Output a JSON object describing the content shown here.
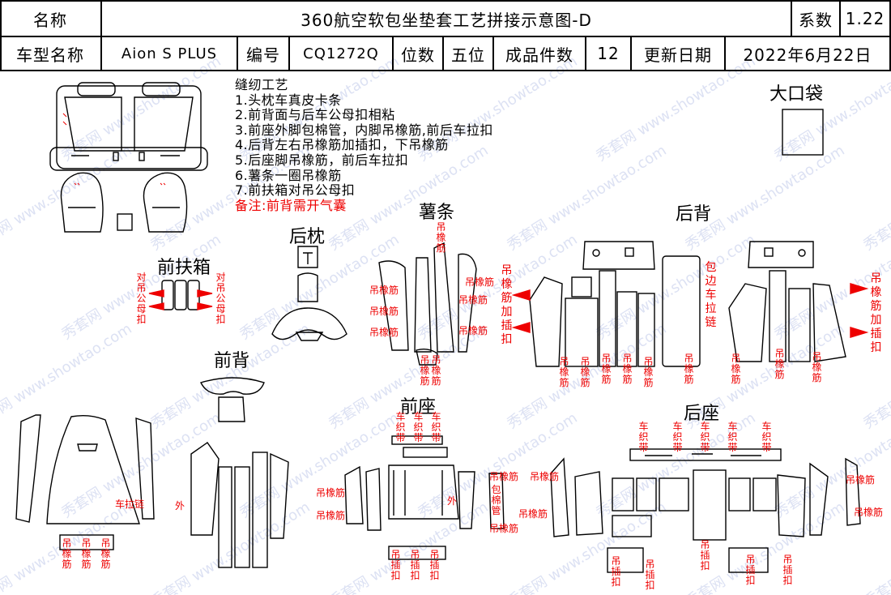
{
  "header": {
    "row1": {
      "name_label": "名称",
      "title": "360航空软包坐垫套工艺拼接示意图-D",
      "coef_label": "系数",
      "coef_value": "1.22"
    },
    "row2": {
      "model_label": "车型名称",
      "model_value": "Aion S PLUS",
      "code_label": "编号",
      "code_value": "CQ1272Q",
      "seat_label": "位数",
      "seat_value": "五位",
      "pieces_label": "成品件数",
      "pieces_value": "12",
      "update_label": "更新日期",
      "update_value": "2022年6月22日"
    }
  },
  "watermark": {
    "cn": "秀套网",
    "url": "www.showtao.com"
  },
  "process": {
    "heading": "缝纫工艺",
    "steps": [
      "1.头枕车真皮卡条",
      "2.前背面与后车公母扣相粘",
      "3.前座外脚包棉管，内脚吊橡筋,前后车拉扣",
      "4.后背左右吊橡筋加插扣，下吊橡筋",
      "5.后座脚吊橡筋，前后车拉扣",
      "6.薯条一圈吊橡筋",
      "7.前扶箱对吊公母扣"
    ],
    "remark": "备注:前背需开气囊"
  },
  "sections": {
    "big_pocket": "大口袋",
    "rear_headrest": "后枕",
    "fries": "薯条",
    "rear_back": "后背",
    "front_armrest": "前扶箱",
    "front_back": "前背",
    "front_seat": "前座",
    "rear_seat": "后座"
  },
  "annotations": {
    "hang_elastic": "吊橡筋",
    "hang_elastic_insert": "吊橡筋加插扣",
    "hang_snap": "对吊公母扣",
    "sew_strip": "车织带",
    "hang_clip": "吊插扣",
    "edge_pull_chain": "包边车拉链",
    "wrap_cotton_tube": "包棉管",
    "pull_chain": "车拉链",
    "outer": "外"
  }
}
